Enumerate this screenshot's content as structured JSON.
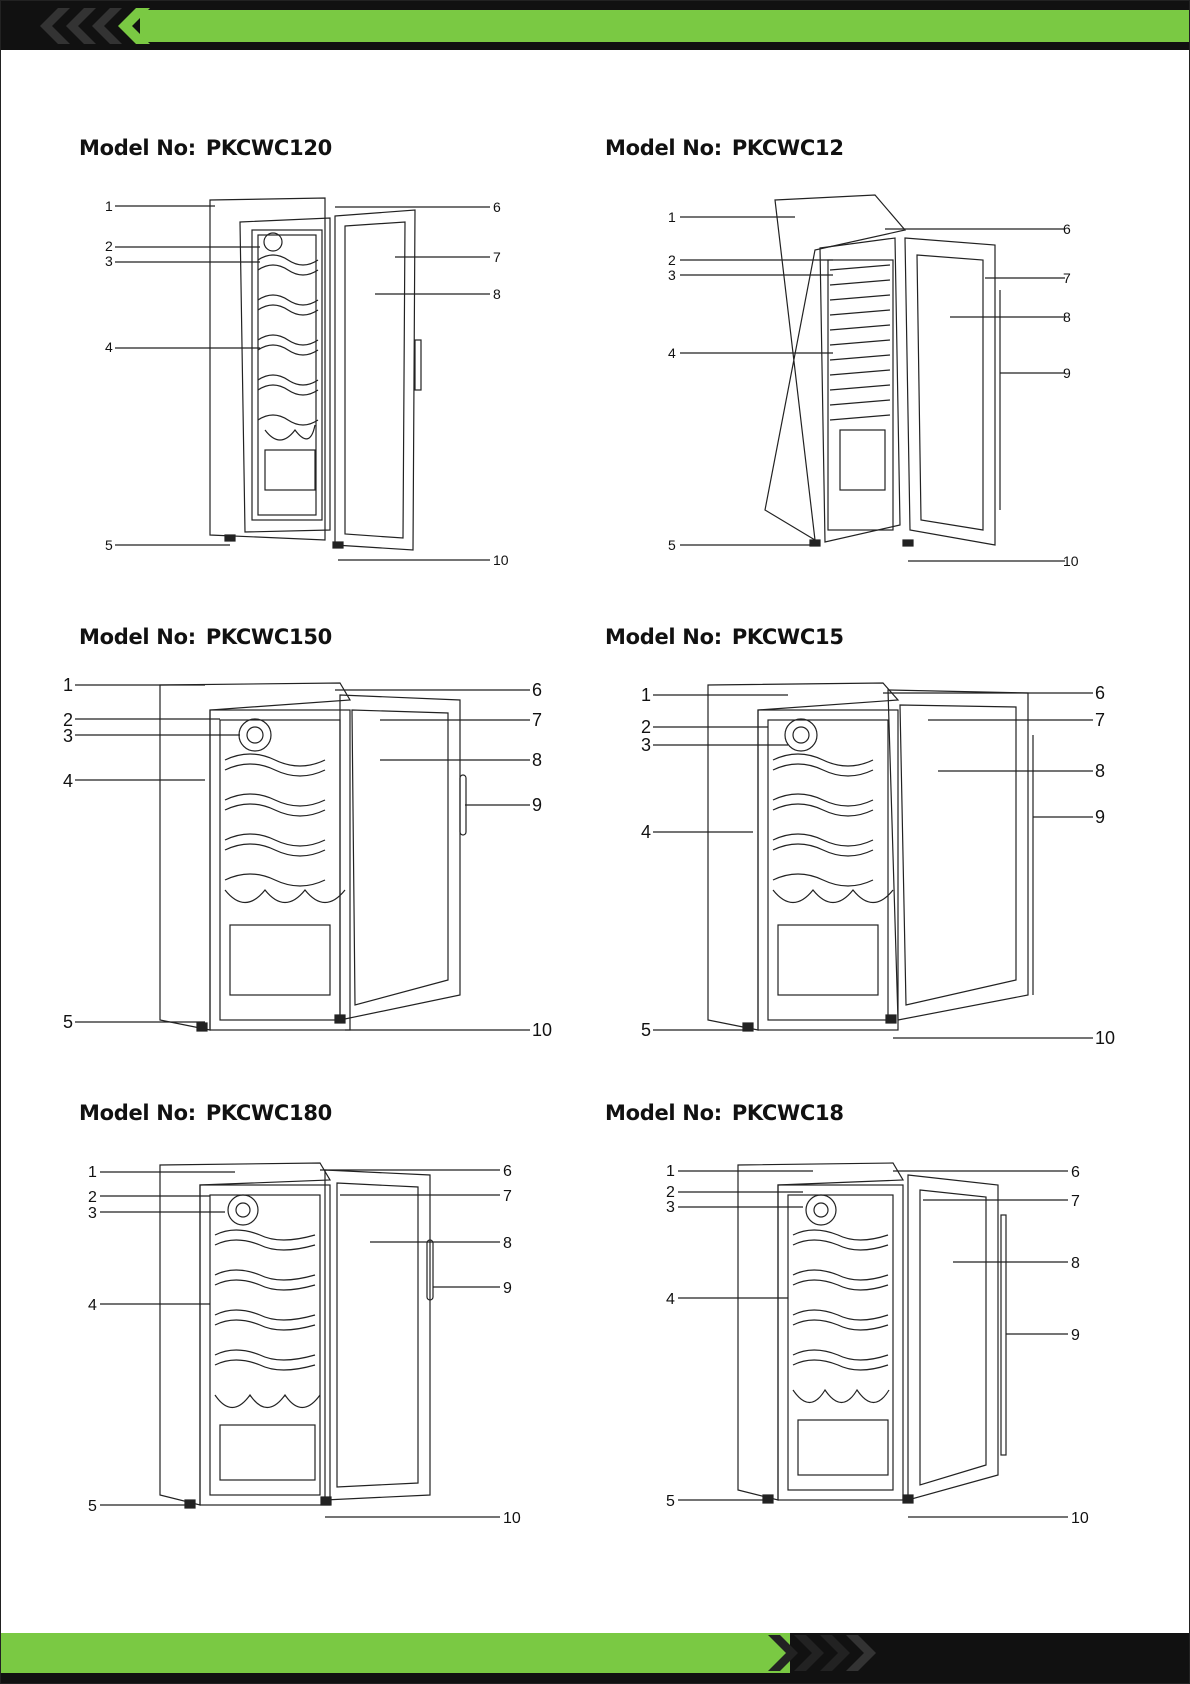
{
  "header": {
    "decor": "chevrons-left"
  },
  "footer": {
    "decor": "chevrons-right"
  },
  "colors": {
    "accent": "#7ac943",
    "bar": "#111111"
  },
  "models": [
    {
      "prefix": "Model No:",
      "number": "PKCWC120",
      "labels": [
        "1",
        "2",
        "3",
        "4",
        "5",
        "6",
        "7",
        "8",
        "10"
      ]
    },
    {
      "prefix": "Model No:",
      "number": "PKCWC12",
      "labels": [
        "1",
        "2",
        "3",
        "4",
        "5",
        "6",
        "7",
        "8",
        "9",
        "10"
      ]
    },
    {
      "prefix": "Model No:",
      "number": "PKCWC150",
      "labels": [
        "1",
        "2",
        "3",
        "4",
        "5",
        "6",
        "7",
        "8",
        "9",
        "10"
      ]
    },
    {
      "prefix": "Model No:",
      "number": "PKCWC15",
      "labels": [
        "1",
        "2",
        "3",
        "4",
        "5",
        "6",
        "7",
        "8",
        "9",
        "10"
      ]
    },
    {
      "prefix": "Model No:",
      "number": "PKCWC180",
      "labels": [
        "1",
        "2",
        "3",
        "4",
        "5",
        "6",
        "7",
        "8",
        "9",
        "10"
      ]
    },
    {
      "prefix": "Model No:",
      "number": "PKCWC18",
      "labels": [
        "1",
        "2",
        "3",
        "4",
        "5",
        "6",
        "7",
        "8",
        "9",
        "10"
      ]
    }
  ]
}
